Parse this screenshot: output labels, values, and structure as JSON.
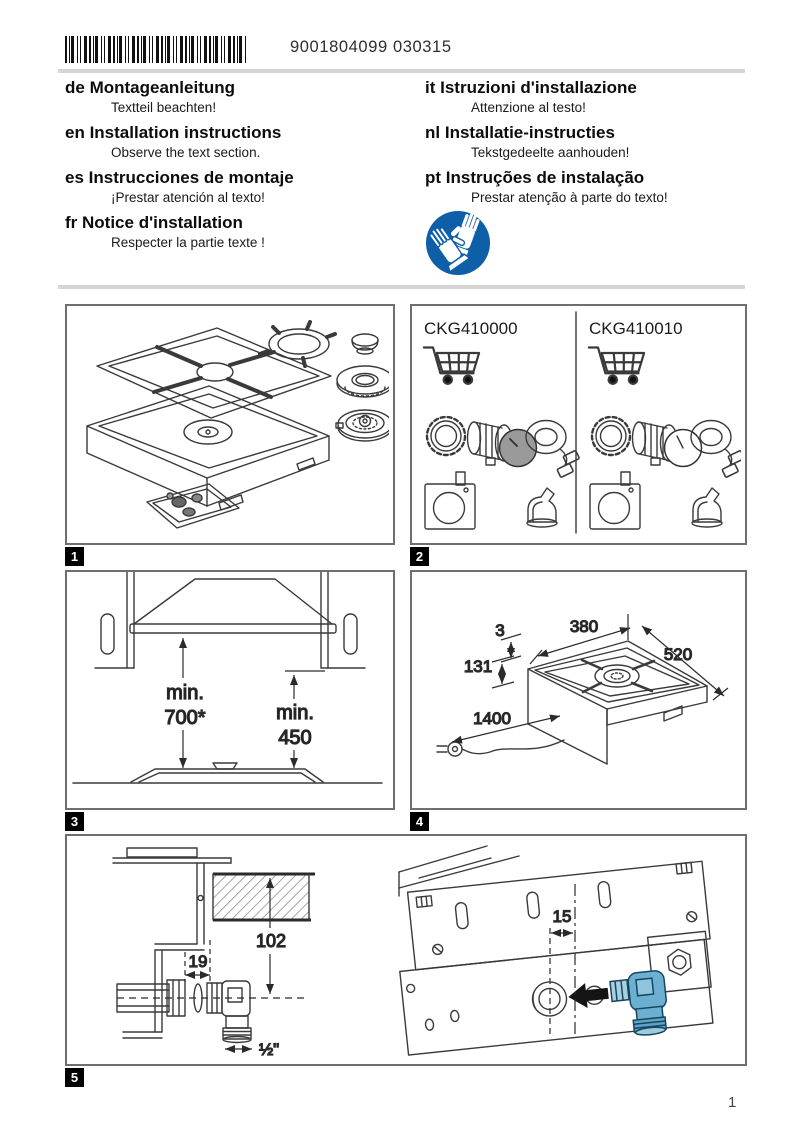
{
  "header": {
    "barcode_number": "9001804099 030315"
  },
  "languages": [
    {
      "code": "de",
      "title": "Montageanleitung",
      "note": "Textteil beachten!"
    },
    {
      "code": "en",
      "title": "Installation instructions",
      "note": "Observe the text section."
    },
    {
      "code": "es",
      "title": "Instrucciones de montaje",
      "note": "¡Prestar atención al texto!"
    },
    {
      "code": "fr",
      "title": "Notice d'installation",
      "note": "Respecter la partie texte !"
    },
    {
      "code": "it",
      "title": "Istruzioni d'installazione",
      "note": "Attenzione al testo!"
    },
    {
      "code": "nl",
      "title": "Installatie-instructies",
      "note": "Tekstgedeelte aanhouden!"
    },
    {
      "code": "pt",
      "title": "Instruções de instalação",
      "note": "Prestar atenção à parte do texto!"
    }
  ],
  "figures": {
    "fig1": {
      "number": "1"
    },
    "fig2": {
      "number": "2",
      "model_left": "CKG410000",
      "model_right": "CKG410010"
    },
    "fig3": {
      "number": "3",
      "hood_min": "min.",
      "hood_value": "700*",
      "cabinet_min": "min.",
      "cabinet_value": "450"
    },
    "fig4": {
      "number": "4",
      "dim_rim": "3",
      "dim_width": "380",
      "dim_depth": "520",
      "dim_height": "131",
      "dim_cable": "1400"
    },
    "fig5": {
      "number": "5",
      "dim_depth": "102",
      "dim_offset": "19",
      "dim_thread": "½\"",
      "dim_side": "15"
    }
  },
  "footer": {
    "page_number": "1"
  },
  "colors": {
    "sign_blue": "#0e5ea8",
    "fitting_blue": "#6cb0d1"
  }
}
